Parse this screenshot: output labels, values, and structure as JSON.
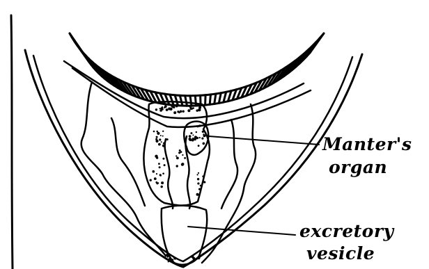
{
  "labels": {
    "manters_organ_line1": "Manter's",
    "manters_organ_line2": "organ",
    "excretory_vesicle_line1": "excretory",
    "excretory_vesicle_line2": "vesicle"
  }
}
